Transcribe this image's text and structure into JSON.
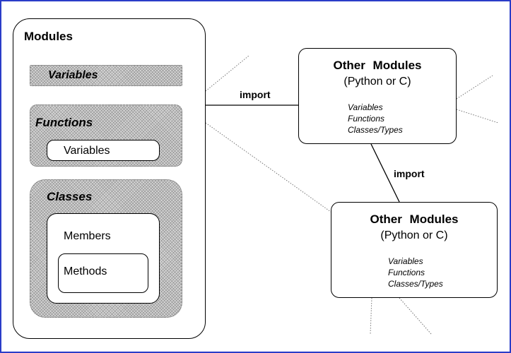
{
  "modules": {
    "title": "Modules",
    "variables": "Variables",
    "functions": {
      "title": "Functions",
      "inner": "Variables"
    },
    "classes": {
      "title": "Classes",
      "members": "Members",
      "methods": "Methods"
    }
  },
  "edges": {
    "import_top": "import",
    "import_mid": "import"
  },
  "other_top": {
    "title": "Other Modules",
    "subtitle": "(Python or C)",
    "items": [
      "Variables",
      "Functions",
      "Classes/Types"
    ]
  },
  "other_bottom": {
    "title": "Other Modules",
    "subtitle": "(Python or C)",
    "items": [
      "Variables",
      "Functions",
      "Classes/Types"
    ]
  }
}
